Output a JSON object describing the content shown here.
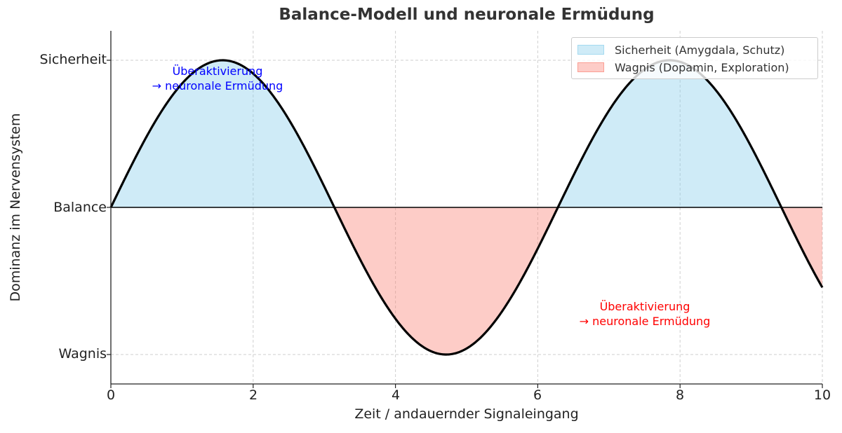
{
  "chart_data": {
    "type": "area",
    "title": "Balance-Modell und neuronale Ermüdung",
    "xlabel": "Zeit / andauernder Signaleingang",
    "ylabel": "Dominanz im Nervensystem",
    "function": "y = sin(x)",
    "xlim": [
      0,
      10
    ],
    "ylim": [
      -1.2,
      1.2
    ],
    "x_ticks": [
      0,
      2,
      4,
      6,
      8,
      10
    ],
    "y_ticks": [
      {
        "value": -1,
        "label": "Wagnis"
      },
      {
        "value": 0,
        "label": "Balance"
      },
      {
        "value": 1,
        "label": "Sicherheit"
      }
    ],
    "grid": true,
    "legend_position": "upper right",
    "series": [
      {
        "name": "Dominanz",
        "x": [
          0,
          0.5,
          1,
          1.5,
          2,
          2.5,
          3,
          3.5,
          4,
          4.5,
          5,
          5.5,
          6,
          6.5,
          7,
          7.5,
          8,
          8.5,
          9,
          9.5,
          10
        ],
        "values": [
          0,
          0.479,
          0.841,
          0.997,
          0.909,
          0.598,
          0.141,
          -0.351,
          -0.757,
          -0.978,
          -0.959,
          -0.706,
          -0.279,
          0.215,
          0.657,
          0.938,
          0.989,
          0.798,
          0.412,
          -0.075,
          -0.544
        ],
        "color": "#000000"
      }
    ],
    "fills": [
      {
        "name": "Sicherheit (Amygdala, Schutz)",
        "condition": "y > 0",
        "color": "#87ceeb"
      },
      {
        "name": "Wagnis (Dopamin, Exploration)",
        "condition": "y < 0",
        "color": "#fa8072"
      }
    ],
    "baseline": 0,
    "annotations": [
      {
        "text_line1": "Überaktivierung",
        "text_line2": "→ neuronale Ermüdung",
        "x": 1.5,
        "y": 0.9,
        "color": "#0000ff"
      },
      {
        "text_line1": "Überaktivierung",
        "text_line2": "→ neuronale Ermüdung",
        "x": 7.5,
        "y": -0.7,
        "color": "#ff0000"
      }
    ]
  },
  "labels": {
    "title": "Balance-Modell und neuronale Ermüdung",
    "xlabel": "Zeit / andauernder Signaleingang",
    "ylabel": "Dominanz im Nervensystem",
    "xticks": [
      "0",
      "2",
      "4",
      "6",
      "8",
      "10"
    ],
    "yticks": {
      "top": "Sicherheit",
      "mid": "Balance",
      "bottom": "Wagnis"
    },
    "legend": {
      "item1": "Sicherheit (Amygdala, Schutz)",
      "item2": "Wagnis (Dopamin, Exploration)"
    },
    "annot_blue": {
      "line1": "Überaktivierung",
      "line2": "→ neuronale Ermüdung"
    },
    "annot_red": {
      "line1": "Überaktivierung",
      "line2": "→ neuronale Ermüdung"
    }
  }
}
